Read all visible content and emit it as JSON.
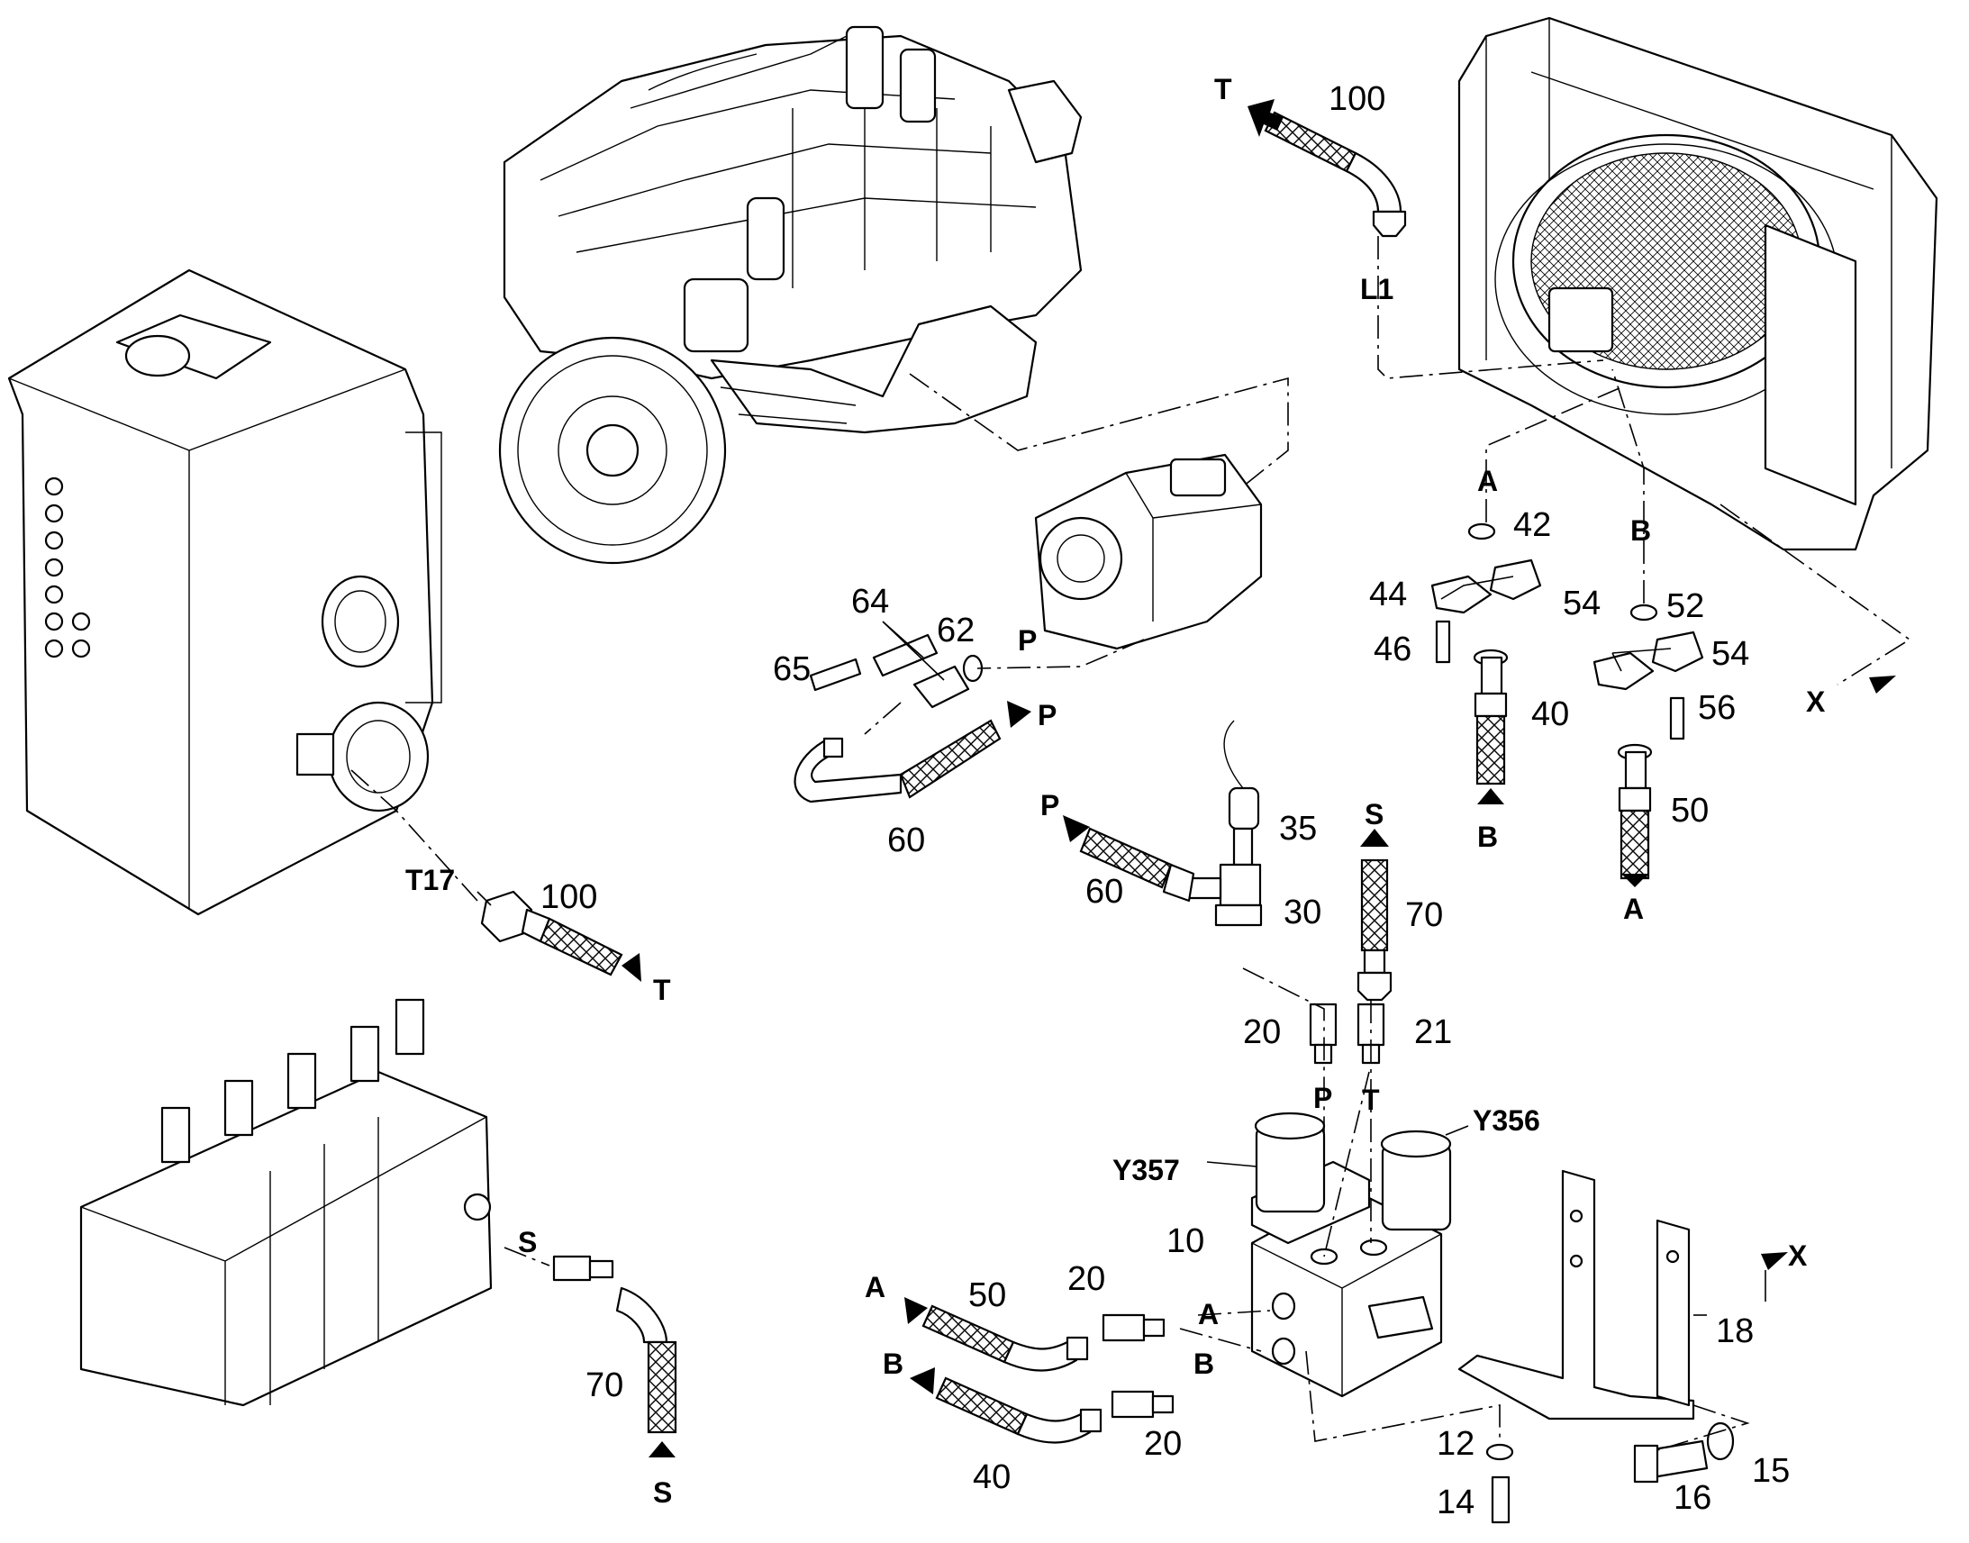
{
  "labels": {
    "c100a": "100",
    "cT1": "T",
    "cL1": "L1",
    "cA1": "A",
    "c42": "42",
    "cB1": "B",
    "c52": "52",
    "c44": "44",
    "c54a": "54",
    "c54b": "54",
    "c46": "46",
    "c56": "56",
    "c40a": "40",
    "cB2": "B",
    "c50a": "50",
    "cA2": "A",
    "cX1": "X",
    "c64": "64",
    "c62": "62",
    "c65": "65",
    "cP1": "P",
    "cP2": "P",
    "c60a": "60",
    "cP3": "P",
    "c35": "35",
    "c60b": "60",
    "c30": "30",
    "cS1": "S",
    "c70a": "70",
    "c20a": "20",
    "c21": "21",
    "cP4": "P",
    "cT2": "T",
    "cY357": "Y357",
    "cY356": "Y356",
    "c10": "10",
    "cT17": "T17",
    "c100b": "100",
    "cT3": "T",
    "cS2": "S",
    "c70b": "70",
    "cS3": "S",
    "cA3": "A",
    "c50b": "50",
    "c20b": "20",
    "cA4": "A",
    "cB3": "B",
    "cB4": "B",
    "c40b": "40",
    "c20c": "20",
    "c18": "18",
    "cX2": "X",
    "c12": "12",
    "c14": "14",
    "c15": "15",
    "c16": "16"
  }
}
